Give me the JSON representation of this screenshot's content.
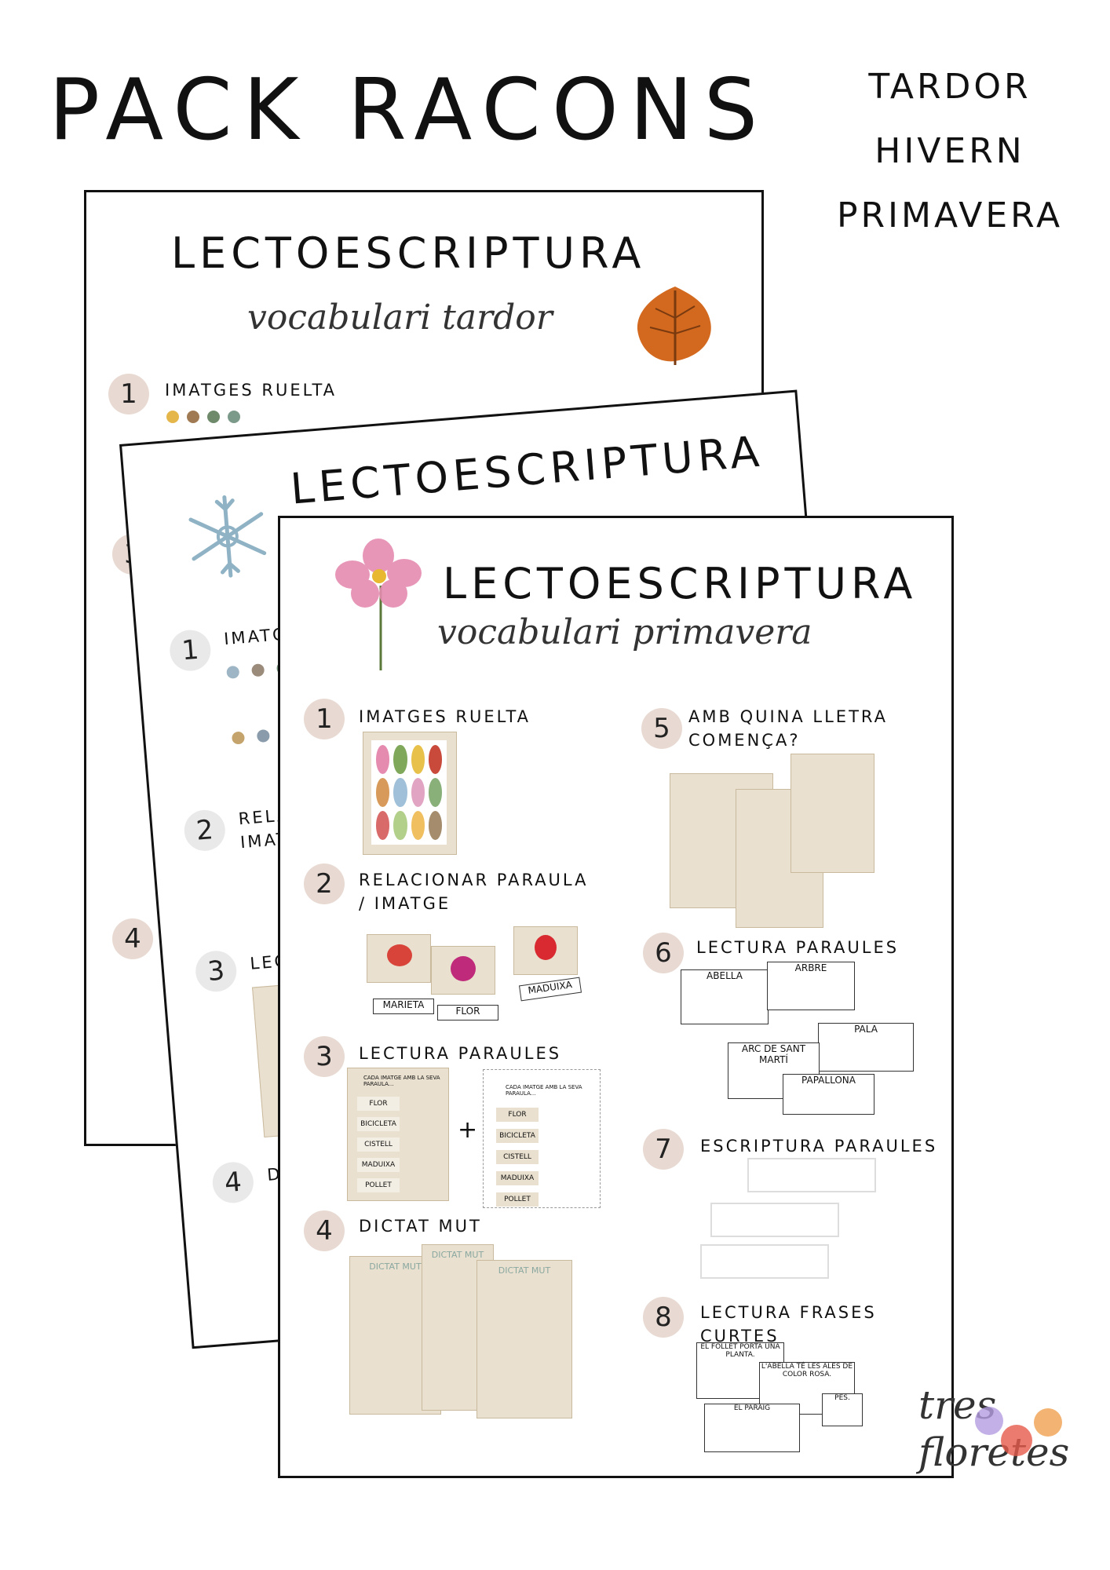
{
  "header": {
    "title": "PACK RACONS",
    "seasons": [
      "TARDOR",
      "HIVERN",
      "PRIMAVERA"
    ]
  },
  "sheets": {
    "autumn": {
      "title": "LECTOESCRIPTURA",
      "subtitle": "vocabulari tardor",
      "sections": [
        {
          "num": "1",
          "label": "IMATGES RUELTA"
        }
      ]
    },
    "winter": {
      "title": "LECTOESCRIPTURA",
      "numbers": [
        "1",
        "2",
        "3",
        "4"
      ],
      "left_numbers": [
        "3",
        "4"
      ],
      "labels": [
        "IMATGE",
        "RELAC",
        "IMAT",
        "LEC",
        "DI"
      ]
    },
    "spring": {
      "title": "LECTOESCRIPTURA",
      "subtitle": "vocabulari primavera",
      "sections": [
        {
          "num": "1",
          "label": "IMATGES RUELTA"
        },
        {
          "num": "2",
          "label": "RELACIONAR PARAULA / IMATGE"
        },
        {
          "num": "3",
          "label": "LECTURA PARAULES"
        },
        {
          "num": "4",
          "label": "DICTAT MUT"
        },
        {
          "num": "5",
          "label": "AMB QUINA LLETRA COMENÇA?"
        },
        {
          "num": "6",
          "label": "LECTURA PARAULES"
        },
        {
          "num": "7",
          "label": "ESCRIPTURA PARAULES"
        },
        {
          "num": "8",
          "label": "LECTURA FRASES CURTES"
        }
      ],
      "relate_words": [
        "MARIETA",
        "FLOR",
        "MADUIXA"
      ],
      "reading_header": "CADA IMATGE AMB LA SEVA PARAULA...",
      "reading_words": [
        "FLOR",
        "BICICLETA",
        "CISTELL",
        "MADUIXA",
        "POLLET"
      ],
      "plus": "+",
      "dictat_label": "DICTAT MUT",
      "word_cards": [
        "ABELLA",
        "ARBRE",
        "PALA",
        "ARC DE SANT MARTÍ",
        "PAPALLONA"
      ],
      "sentences": [
        "EL FOLLET PORTA UNA PLANTA.",
        "L'ABELLA TÉ LES ALES DE COLOR ROSA.",
        "EL PARAIG",
        "PES."
      ]
    }
  },
  "brand": {
    "line1": "tres",
    "line2": "floretes"
  },
  "colors": {
    "num_bg": "#e8dad2",
    "card_bg": "#e9e0cf",
    "leaf": "#d2691e",
    "snow": "#8fb2c4",
    "flower": "#e58bb0"
  }
}
